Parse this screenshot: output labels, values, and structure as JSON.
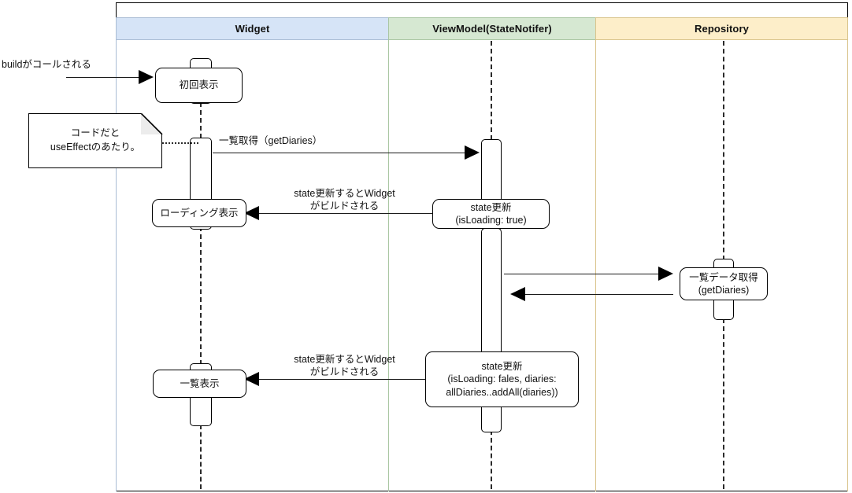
{
  "diagram": {
    "title": "",
    "type": "sequence-diagram",
    "lanes": [
      {
        "id": "widget",
        "label": "Widget",
        "color": "#d6e4f7"
      },
      {
        "id": "viewmodel",
        "label": "ViewModel(StateNotifer)",
        "color": "#d6e8d2"
      },
      {
        "id": "repository",
        "label": "Repository",
        "color": "#fdeec9"
      }
    ],
    "note": {
      "text": "コードだと\nuseEffectのあたり。"
    },
    "messages": [
      {
        "id": "build-call",
        "label": "buildがコールされる",
        "direction": "right"
      },
      {
        "id": "get-diaries-vm",
        "label": "一覧取得（getDiaries）",
        "direction": "right"
      },
      {
        "id": "state-rebuild-1",
        "label": "state更新するとWidget\nがビルドされる",
        "direction": "left"
      },
      {
        "id": "repo-request",
        "label": "",
        "direction": "right"
      },
      {
        "id": "repo-response",
        "label": "",
        "direction": "left"
      },
      {
        "id": "state-rebuild-2",
        "label": "state更新するとWidget\nがビルドされる",
        "direction": "left"
      }
    ],
    "boxes": [
      {
        "id": "initial-display",
        "lane": "widget",
        "text": "初回表示"
      },
      {
        "id": "loading-display",
        "lane": "widget",
        "text": "ローディング表示"
      },
      {
        "id": "list-display",
        "lane": "widget",
        "text": "一覧表示"
      },
      {
        "id": "state-update-loading",
        "lane": "viewmodel",
        "text": "state更新\n(isLoading: true)"
      },
      {
        "id": "state-update-loaded",
        "lane": "viewmodel",
        "text": "state更新\n(isLoading: fales, diaries:\nallDiaries..addAll(diaries))"
      },
      {
        "id": "fetch-list-data",
        "lane": "repository",
        "text": "一覧データ取得\n(getDiaries)"
      }
    ]
  }
}
